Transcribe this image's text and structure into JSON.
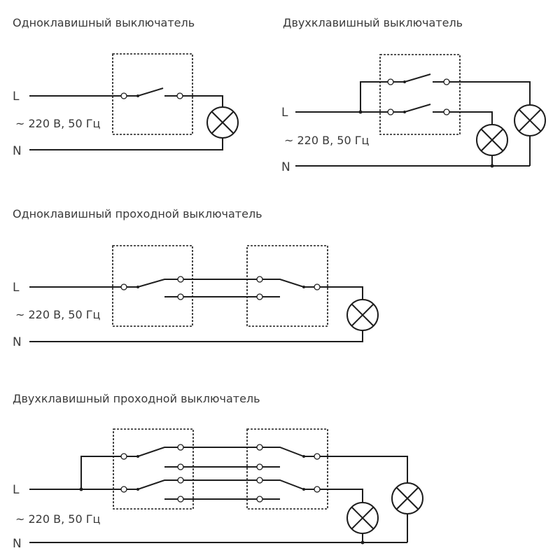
{
  "labels": {
    "phase": "L",
    "neutral": "N",
    "voltage": "~ 220 В, 50 Гц"
  },
  "diagrams": [
    {
      "title": "Одноклавишный выключатель"
    },
    {
      "title": "Двухклавишный выключатель"
    },
    {
      "title": "Одноклавишный проходной выключатель"
    },
    {
      "title": "Двухклавишный проходной выключатель"
    }
  ]
}
